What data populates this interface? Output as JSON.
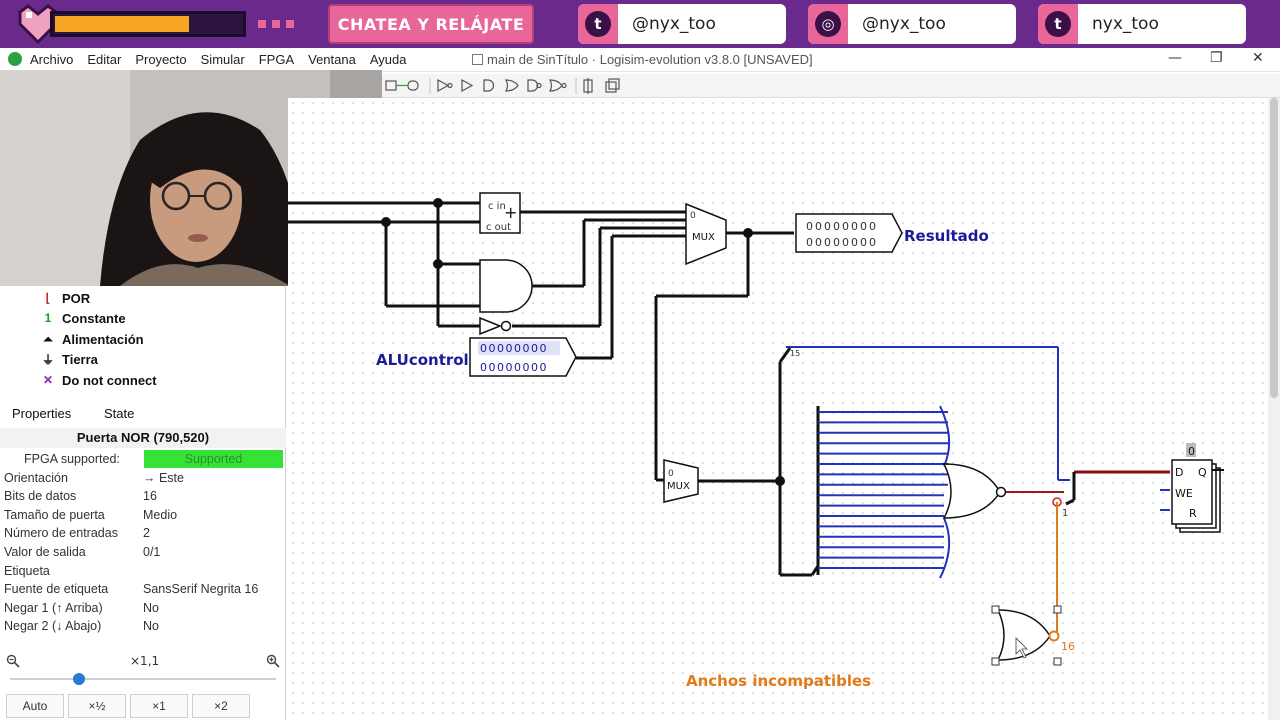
{
  "overlay": {
    "title": "CHATEA Y RELÁJATE",
    "hp_fill": 0.72,
    "socials": [
      {
        "name": "twitter",
        "glyph": "t",
        "handle": "@nyx_too"
      },
      {
        "name": "instagram",
        "glyph": "◎",
        "handle": "@nyx_too"
      },
      {
        "name": "tumblr",
        "glyph": "t",
        "handle": "nyx_too"
      }
    ],
    "colors": {
      "banner": "#6a2a8c",
      "accent": "#e8669a"
    }
  },
  "window": {
    "title": "main de SinTítulo · Logisim-evolution v3.8.0 [UNSAVED]",
    "menu": [
      "Archivo",
      "Editar",
      "Proyecto",
      "Simular",
      "FPGA",
      "Ventana",
      "Ayuda"
    ],
    "controls": {
      "minimize": "—",
      "maximize": "❐",
      "close": "✕"
    }
  },
  "toolbar": {
    "icons": [
      "tool-1",
      "tool-2",
      "tool-3",
      "tool-4",
      "tool-5",
      "tool-6",
      "tool-7",
      "tool-8",
      "tool-9",
      "tool-10"
    ]
  },
  "tree": [
    {
      "icon": "probe-icon",
      "glyph": "⌊",
      "label": "POR",
      "color": "#cc2222"
    },
    {
      "icon": "constant-icon",
      "glyph": "1",
      "label": "Constante",
      "color": "#1a9a1a"
    },
    {
      "icon": "power-icon",
      "glyph": "⏶",
      "label": "Alimentación",
      "color": "#111111"
    },
    {
      "icon": "ground-icon",
      "glyph": "⏚",
      "label": "Tierra",
      "color": "#111111"
    },
    {
      "icon": "no-connect-icon",
      "glyph": "✕",
      "label": "Do not connect",
      "color": "#8a2bb0"
    }
  ],
  "tabs": [
    "Properties",
    "State"
  ],
  "properties": {
    "title": "Puerta NOR (790,520)",
    "rows": [
      {
        "key": "FPGA supported:",
        "value": "Supported"
      },
      {
        "key": "Orientación",
        "value": "→ Este"
      },
      {
        "key": "Bits de datos",
        "value": "16"
      },
      {
        "key": "Tamaño de puerta",
        "value": "Medio"
      },
      {
        "key": "Número de entradas",
        "value": "2"
      },
      {
        "key": "Valor de salida",
        "value": "0/1"
      },
      {
        "key": "Etiqueta",
        "value": ""
      },
      {
        "key": "Fuente de etiqueta",
        "value": "SansSerif Negrita 16"
      },
      {
        "key": "Negar 1 (↑ Arriba)",
        "value": "No"
      },
      {
        "key": "Negar 2 (↓ Abajo)",
        "value": "No"
      }
    ]
  },
  "zoom": {
    "value": "×1,1",
    "level": 0.25,
    "buttons": [
      "Auto",
      "×½",
      "×1",
      "×2"
    ]
  },
  "circuit": {
    "adder_top": "c in",
    "adder_bottom": "c out",
    "mux_label": "MUX",
    "mux_sel": "0",
    "mux_small_label": "MUX",
    "mux_small_sel": "0",
    "result_bits": "00000000",
    "result_label": "Resultado",
    "alu_bits_1": "00000000",
    "alu_bits_2": "00000000",
    "alu_label": "ALUcontrol",
    "splitter_tag": "15",
    "wire_width_1": "1",
    "wire_width_16": "16",
    "error_text": "Anchos incompatibles",
    "register_value": "0",
    "reg_d": "D",
    "reg_q": "Q",
    "reg_we": "WE",
    "reg_r": "R"
  }
}
